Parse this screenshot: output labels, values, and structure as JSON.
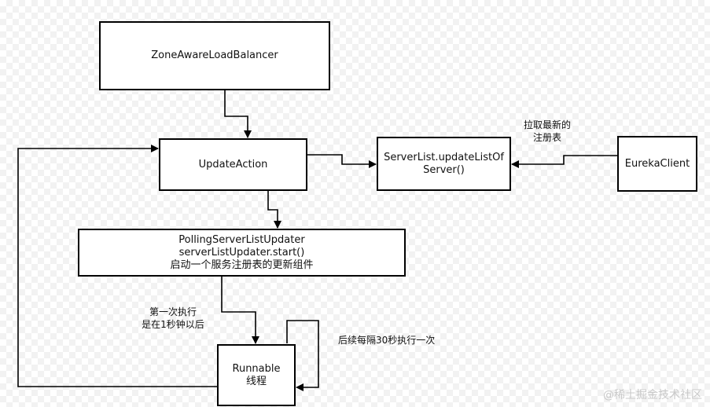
{
  "nodes": {
    "zone_balancer": {
      "label": "ZoneAwareLoadBalancer"
    },
    "update_action": {
      "label": "UpdateAction"
    },
    "server_list_update": {
      "line1": "ServerList.updateListOf",
      "line2": "Server()"
    },
    "eureka_client": {
      "label": "EurekaClient"
    },
    "polling_updater": {
      "line1": "PollingServerListUpdater",
      "line2": "serverListUpdater.start()",
      "line3": "启动一个服务注册表的更新组件"
    },
    "runnable": {
      "line1": "Runnable",
      "line2": "线程"
    }
  },
  "edge_labels": {
    "fetch_registry": {
      "line1": "拉取最新的",
      "line2": "注册表"
    },
    "first_run": {
      "line1": "第一次执行",
      "line2": "是在1秒钟以后"
    },
    "repeat": {
      "text": "后续每隔30秒执行一次"
    }
  },
  "watermark": "@稀土掘金技术社区"
}
